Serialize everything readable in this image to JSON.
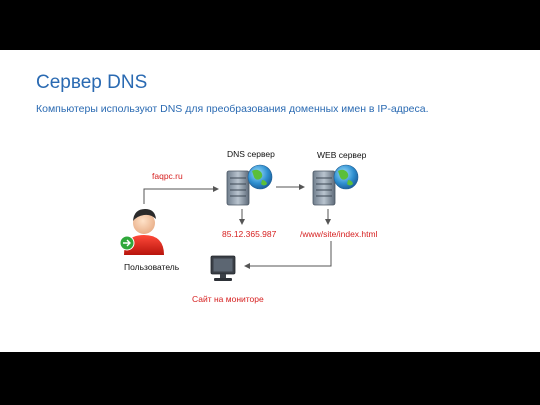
{
  "slide": {
    "title": "Сервер DNS",
    "subtitle": "Компьютеры используют DNS для преобразования доменных имен в IP-адреса."
  },
  "diagram": {
    "dns_server_label": "DNS сервер",
    "web_server_label": "WEB сервер",
    "domain_label": "faqpc.ru",
    "ip_label": "85.12.365.987",
    "path_label": "/www/site/index.html",
    "user_label": "Пользователь",
    "monitor_label": "Сайт на мониторе"
  },
  "colors": {
    "title": "#2a6ab2",
    "annotation_red": "#d62020",
    "arrow": "#555555"
  }
}
